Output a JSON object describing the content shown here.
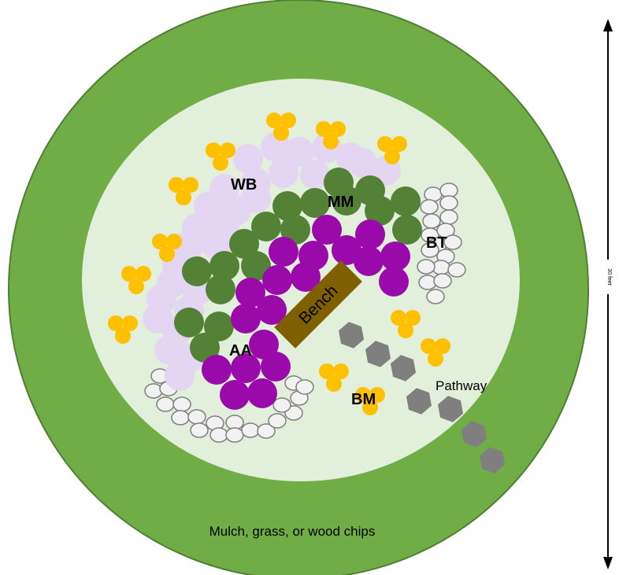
{
  "labels": {
    "wb": "WB",
    "mm": "MM",
    "bt": "BT",
    "aa": "AA",
    "bm": "BM",
    "bench": "Bench",
    "pathway": "Pathway",
    "outer_ring": "Mulch, grass, or wood chips",
    "scale": "30 feet"
  },
  "colors": {
    "outer_ring": "#70ad47",
    "outer_ring_edge": "#507e32",
    "inner_bed": "#e2efda",
    "lavender_plant": "#e4d6f2",
    "green_plant": "#538135",
    "purple_plant": "#9a0aab",
    "yellow_flower": "#ffc000",
    "white_plant": "#f2f2f2",
    "white_plant_edge": "#7f7f7f",
    "bench": "#7f6000",
    "stone": "#7f7f7f"
  },
  "icons": {
    "stone": "hexagon-stepping-stone",
    "flower": "three-petal-flower-cluster",
    "arrow": "double-headed-arrow"
  }
}
